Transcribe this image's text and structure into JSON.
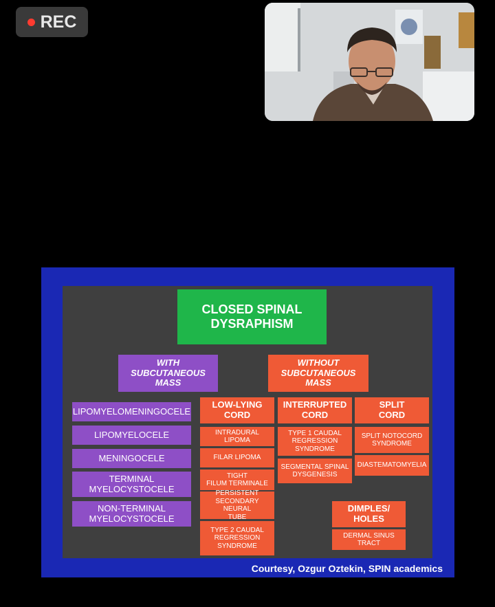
{
  "recording": {
    "label": "REC",
    "indicator_color": "#ff3b30"
  },
  "webcam": {
    "label": "participant-video"
  },
  "slide": {
    "title": "CLOSED SPINAL\nDYSRAPHISM",
    "branches": {
      "with_mass": "WITH\nSUBCUTANEOUS\nMASS",
      "without_mass": "WITHOUT\nSUBCUTANEOUS\nMASS"
    },
    "with_mass_items": [
      "LIPOMYELOMENINGOCELE",
      "LIPOMYELOCELE",
      "MENINGOCELE",
      "TERMINAL\nMYELOCYSTOCELE",
      "NON-TERMINAL\nMYELOCYSTOCELE"
    ],
    "categories": {
      "low_lying": "LOW-LYING\nCORD",
      "interrupted": "INTERRUPTED\nCORD",
      "split": "SPLIT\nCORD",
      "dimples": "DIMPLES/\nHOLES"
    },
    "low_lying_items": [
      "INTRADURAL LIPOMA",
      "FILAR LIPOMA",
      "TIGHT\nFILUM TERMINALE",
      "PERSISTENT\nSECONDARY NEURAL\nTUBE",
      "TYPE 2 CAUDAL\nREGRESSION\nSYNDROME"
    ],
    "interrupted_items": [
      "TYPE 1 CAUDAL\nREGRESSION\nSYNDROME",
      "SEGMENTAL SPINAL\nDYSGENESIS"
    ],
    "split_items": [
      "SPLIT NOTOCORD\nSYNDROME",
      "DIASTEMATOMYELIA"
    ],
    "dimples_items": [
      "DERMAL SINUS\nTRACT"
    ],
    "credit": "Courtesy, Ozgur Oztekin, SPIN academics"
  },
  "colors": {
    "frame_blue": "#1a28b4",
    "slide_gray": "#3f3f3f",
    "green": "#1fb64a",
    "purple": "#8e4fc6",
    "orange": "#ef5a36"
  }
}
